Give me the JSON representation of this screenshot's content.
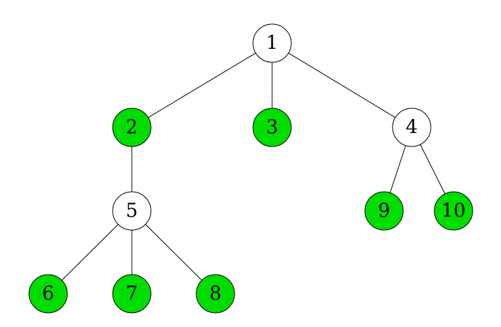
{
  "colors": {
    "highlight": "#00dd00",
    "plain": "#ffffff",
    "stroke": "#000000"
  },
  "tree": {
    "nodes": [
      {
        "id": "1",
        "label": "1",
        "highlighted": false
      },
      {
        "id": "2",
        "label": "2",
        "highlighted": true
      },
      {
        "id": "3",
        "label": "3",
        "highlighted": true
      },
      {
        "id": "4",
        "label": "4",
        "highlighted": false
      },
      {
        "id": "5",
        "label": "5",
        "highlighted": false
      },
      {
        "id": "6",
        "label": "6",
        "highlighted": true
      },
      {
        "id": "7",
        "label": "7",
        "highlighted": true
      },
      {
        "id": "8",
        "label": "8",
        "highlighted": true
      },
      {
        "id": "9",
        "label": "9",
        "highlighted": true
      },
      {
        "id": "10",
        "label": "10",
        "highlighted": true
      }
    ],
    "edges": [
      {
        "from": "1",
        "to": "2"
      },
      {
        "from": "1",
        "to": "3"
      },
      {
        "from": "1",
        "to": "4"
      },
      {
        "from": "2",
        "to": "5"
      },
      {
        "from": "4",
        "to": "9"
      },
      {
        "from": "4",
        "to": "10"
      },
      {
        "from": "5",
        "to": "6"
      },
      {
        "from": "5",
        "to": "7"
      },
      {
        "from": "5",
        "to": "8"
      }
    ]
  }
}
